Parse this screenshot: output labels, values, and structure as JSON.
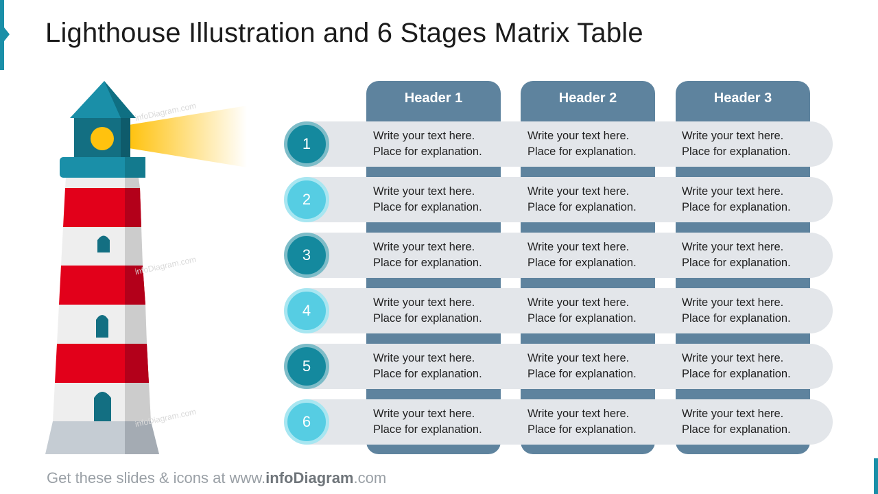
{
  "slide": {
    "title": "Lighthouse Illustration and 6 Stages Matrix Table",
    "watermark": "infoDiagram.com"
  },
  "colors": {
    "accent": "#1a8fa8",
    "header_bg": "#5e839e",
    "row_bg": "#e3e6ea",
    "circle_dark": "#14899e",
    "circle_light": "#56cde3",
    "lighthouse_red": "#e2001a",
    "lighthouse_teal": "#1a8fa8",
    "lamp_yellow": "#ffc20e"
  },
  "table": {
    "headers": [
      "Header 1",
      "Header 2",
      "Header 3"
    ],
    "rows": [
      {
        "number": "1",
        "cells": [
          [
            "Write your text here.",
            "Place for explanation."
          ],
          [
            "Write your text here.",
            "Place for explanation."
          ],
          [
            "Write your text here.",
            "Place for explanation."
          ]
        ]
      },
      {
        "number": "2",
        "cells": [
          [
            "Write your text here.",
            "Place for explanation."
          ],
          [
            "Write your text here.",
            "Place for explanation."
          ],
          [
            "Write your text here.",
            "Place for explanation."
          ]
        ]
      },
      {
        "number": "3",
        "cells": [
          [
            "Write your text here.",
            "Place for explanation."
          ],
          [
            "Write your text here.",
            "Place for explanation."
          ],
          [
            "Write your text here.",
            "Place for explanation."
          ]
        ]
      },
      {
        "number": "4",
        "cells": [
          [
            "Write your text here.",
            "Place for explanation."
          ],
          [
            "Write your text here.",
            "Place for explanation."
          ],
          [
            "Write your text here.",
            "Place for explanation."
          ]
        ]
      },
      {
        "number": "5",
        "cells": [
          [
            "Write your text here.",
            "Place for explanation."
          ],
          [
            "Write your text here.",
            "Place for explanation."
          ],
          [
            "Write your text here.",
            "Place for explanation."
          ]
        ]
      },
      {
        "number": "6",
        "cells": [
          [
            "Write your text here.",
            "Place for explanation."
          ],
          [
            "Write your text here.",
            "Place for explanation."
          ],
          [
            "Write your text here.",
            "Place for explanation."
          ]
        ]
      }
    ]
  },
  "footer": {
    "prefix": "Get these slides & icons at www.",
    "brand": "infoDiagram",
    "suffix": ".com"
  }
}
